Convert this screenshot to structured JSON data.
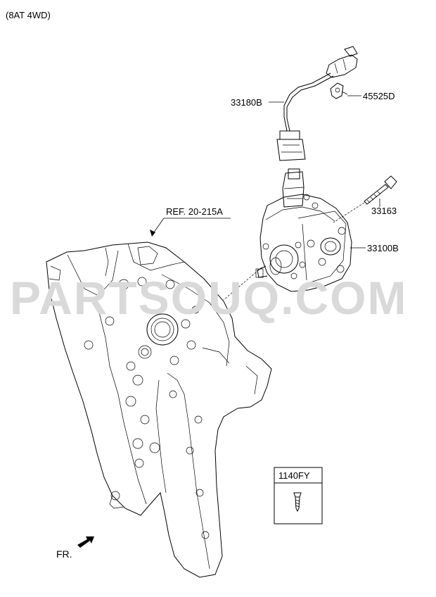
{
  "header": {
    "variant": "(8AT 4WD)"
  },
  "watermark": "PARTSOUQ.COM",
  "callouts": {
    "ref": "REF. 20-215A",
    "sensor_harness": "33180B",
    "bracket": "45525D",
    "bolt": "33163",
    "pump": "33100B"
  },
  "legend_box": {
    "part_no": "1140FY"
  },
  "direction": {
    "label": "FR."
  }
}
